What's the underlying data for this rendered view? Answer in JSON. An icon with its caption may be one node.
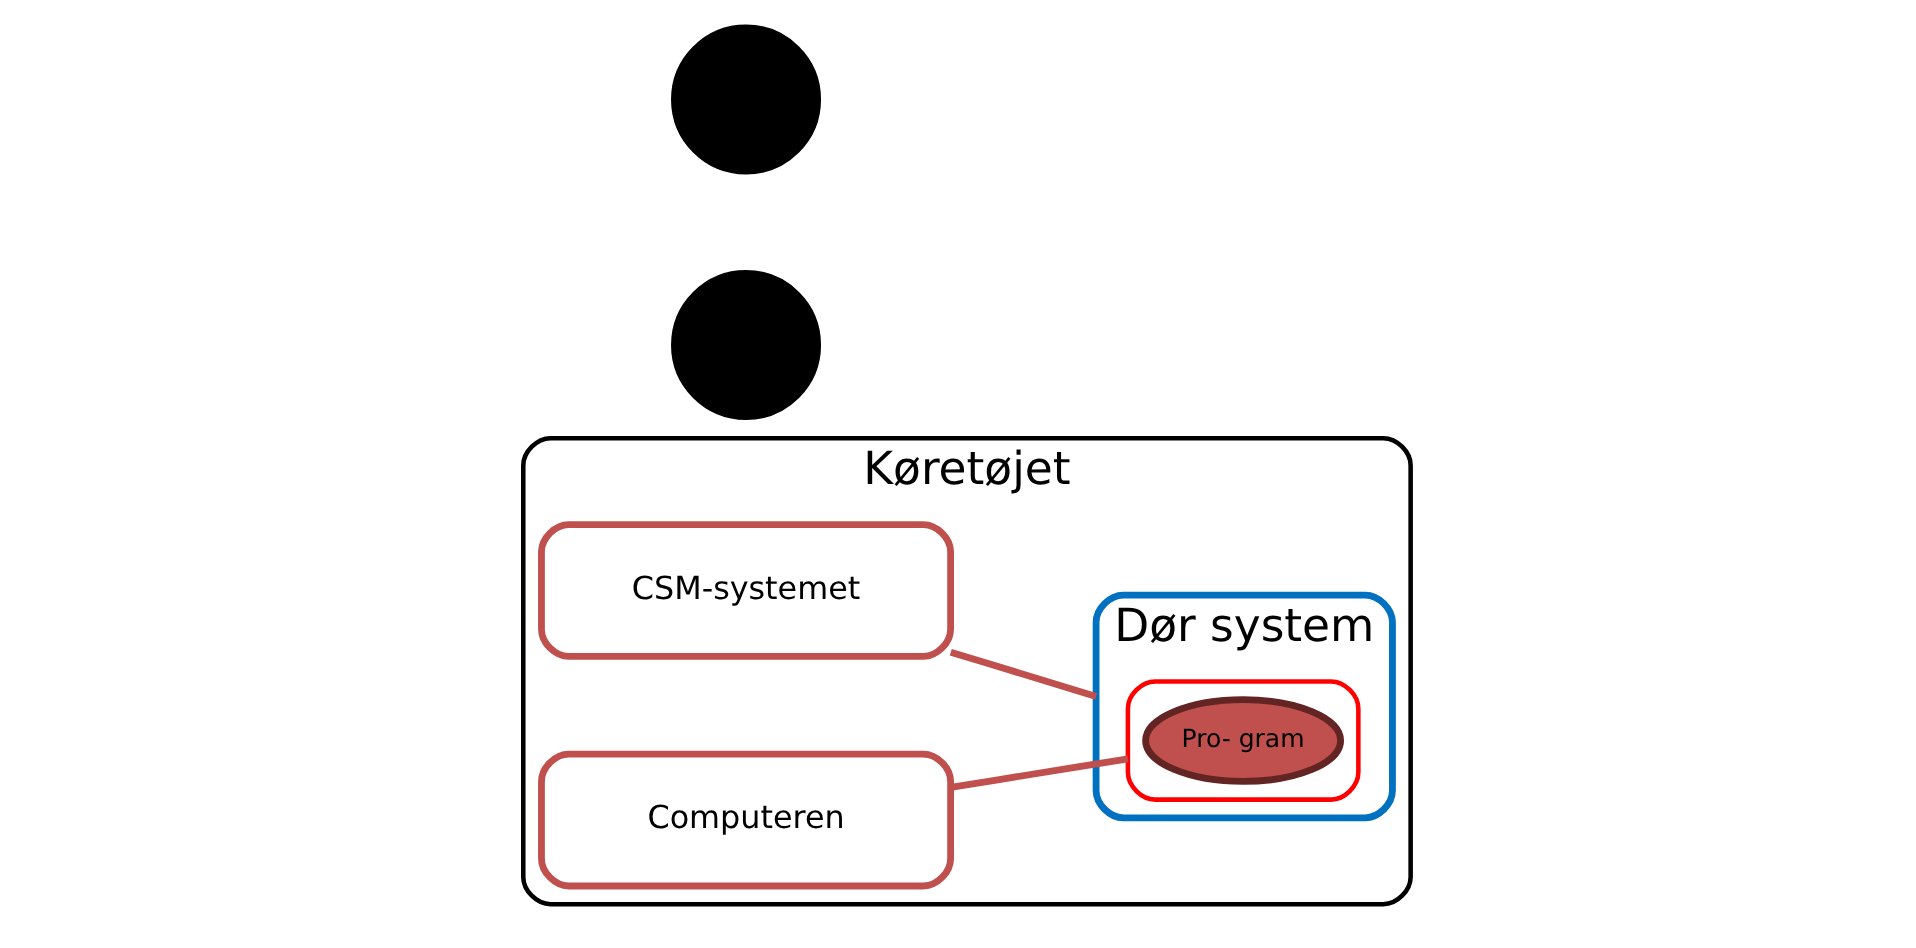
{
  "diagram": {
    "nodes": [
      {
        "text": [
          "Køretøjet"
        ]
      },
      {
        "text": [
          "CSM-systemet"
        ],
        "in": 0
      },
      {
        "text": [
          "Computeren"
        ],
        "in": 0
      },
      {
        "text": [
          "Dør system"
        ],
        "in": 0
      },
      {
        "text": [],
        "shape": "box",
        "in": 3
      },
      {
        "text": [
          "Pro- gram"
        ],
        "in": 4
      },
      {
        "text": [],
        "shape": "circle"
      },
      {
        "text": [],
        "shape": "circle"
      }
    ],
    "edges": [
      {
        "from": 1,
        "to": 3,
        "arrow": "none"
      },
      {
        "from": 2,
        "to": 4,
        "arrow": "none"
      }
    ]
  }
}
